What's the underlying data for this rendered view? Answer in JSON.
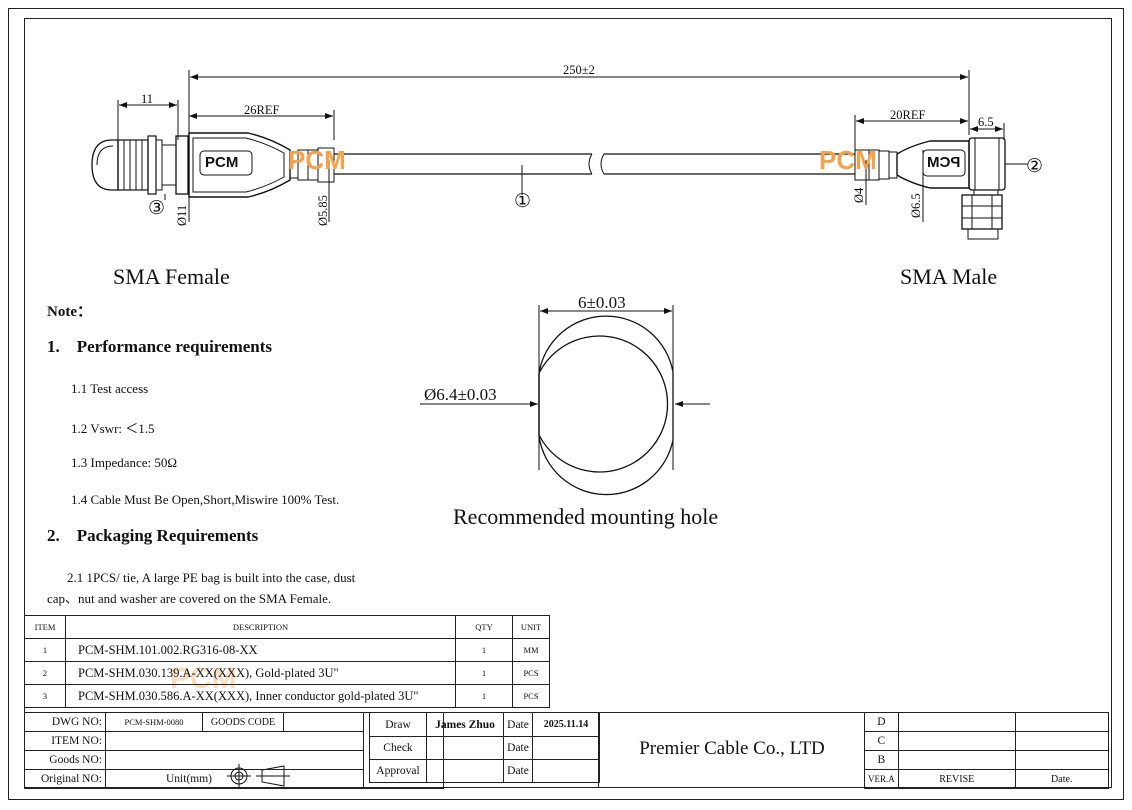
{
  "dimensions": {
    "overall": "250±2",
    "d11": "11",
    "ref26": "26REF",
    "ref20": "20REF",
    "d65": "6.5",
    "dia11": "Ø11",
    "dia585": "Ø5.85",
    "dia4": "Ø4",
    "dia65": "Ø6.5"
  },
  "callouts": {
    "c1": "①",
    "c2": "②",
    "c3": "③"
  },
  "boot_label": "PCM",
  "watermark": "PCM",
  "connectors": {
    "left": "SMA Female",
    "right": "SMA Male"
  },
  "notes": {
    "title": "Note：",
    "section1": "1.    Performance requirements",
    "items": [
      "1.1 Test access",
      "1.2 Vswr: ＜1.5",
      "1.3 Impedance: 50Ω",
      "1.4 Cable Must Be Open,Short,Miswire 100% Test."
    ],
    "section2": "2.    Packaging Requirements",
    "pack_line1": "2.1 1PCS/ tie, A large PE bag is built into the case, dust",
    "pack_line2": "cap、nut and washer are covered on the SMA Female."
  },
  "mounting_hole": {
    "width": "6±0.03",
    "diameter": "Ø6.4±0.03",
    "caption": "Recommended mounting hole"
  },
  "bom": {
    "headers": [
      "ITEM",
      "DESCRIPTION",
      "QTY",
      "UNIT"
    ],
    "rows": [
      [
        "1",
        "PCM-SHM.101.002.RG316-08-XX",
        "1",
        "MM"
      ],
      [
        "2",
        "PCM-SHM.030.139.A-XX(XXX), Gold-plated 3U\"",
        "1",
        "PCS"
      ],
      [
        "3",
        "PCM-SHM.030.586.A-XX(XXX), Inner conductor gold-plated 3U\"",
        "1",
        "PCS"
      ]
    ]
  },
  "title_block": {
    "dwg_no_label": "DWG NO:",
    "dwg_no": "PCM-SHM-0080",
    "goods_code_label": "GOODS CODE",
    "item_no_label": "ITEM NO:",
    "goods_no_label": "Goods NO:",
    "original_no_label": "Original NO:",
    "unit_label": "Unit(mm)",
    "draw_label": "Draw",
    "draw_name": "James Zhuo",
    "date_label": "Date",
    "draw_date": "2025.11.14",
    "check_label": "Check",
    "approval_label": "Approval",
    "company": "Premier Cable Co., LTD",
    "rev_letters": [
      "D",
      "C",
      "B"
    ],
    "ver_label": "VER.A",
    "revise_label": "REVISE",
    "date2_label": "Date."
  }
}
